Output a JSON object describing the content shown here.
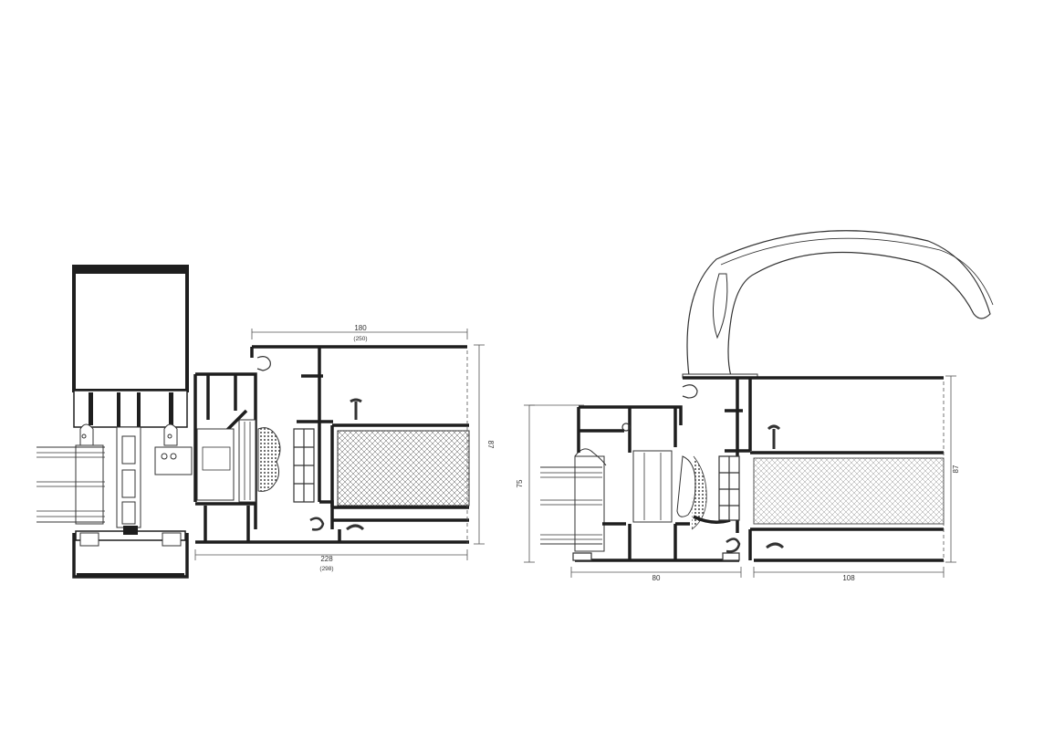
{
  "colors": {
    "profile": "#1e1e1e",
    "line": "#2a2a2a",
    "fill_light": "#f4f4f4",
    "dimension": "#555555"
  },
  "left_section": {
    "top_width": "180",
    "top_width_alt": "(250)",
    "bottom_width": "228",
    "bottom_width_alt": "(298)",
    "height": "87"
  },
  "right_section": {
    "left_height": "75",
    "right_height": "87",
    "frame_width": "80",
    "sash_width": "108"
  }
}
